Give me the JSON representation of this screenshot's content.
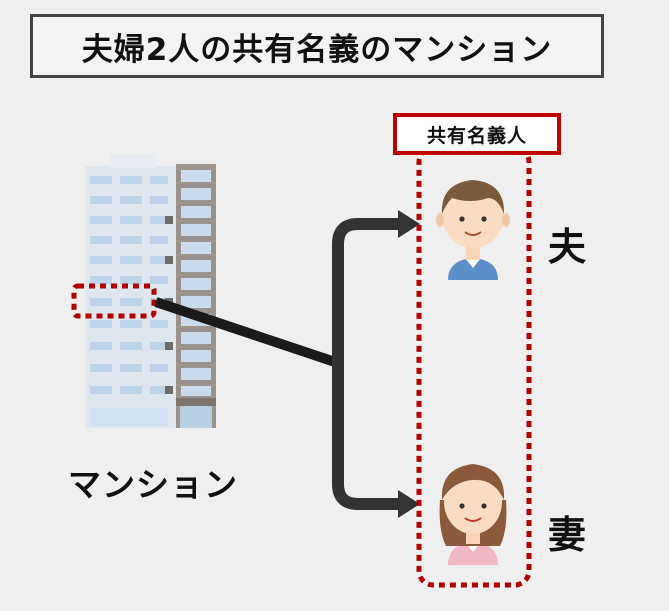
{
  "title": "夫婦2人の共有名義のマンション",
  "owner_label": "共有名義人",
  "building_label": "マンション",
  "persons": [
    {
      "label": "夫"
    },
    {
      "label": "妻"
    }
  ],
  "colors": {
    "background": "#efefef",
    "dotted_red": "#b00000",
    "arrow": "#1a1a1a",
    "husband_shirt": "#5b8fc9",
    "wife_shirt": "#f2b7c4"
  }
}
